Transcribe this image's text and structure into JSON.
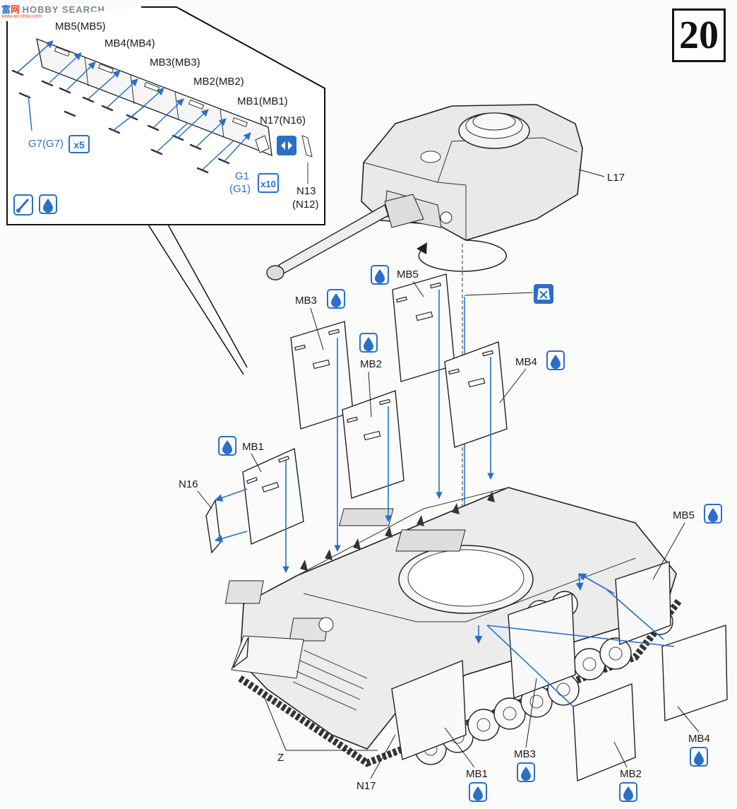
{
  "watermark": {
    "site": "HOBBY SEARCH",
    "cn": "富",
    "cn2": "网",
    "url": "www.ao-shou.com"
  },
  "step_number": "20",
  "colors": {
    "arrow": "#2a6fc9",
    "ink": "#1a1a1a",
    "icon_bg": "#2a6fc9"
  },
  "inset": {
    "labels": {
      "mb5": "MB5(MB5)",
      "mb4": "MB4(MB4)",
      "mb3": "MB3(MB3)",
      "mb2": "MB2(MB2)",
      "mb1": "MB1(MB1)",
      "n17": "N17(N16)",
      "g7": "G7(G7)",
      "g7_qty": "x5",
      "g1": "G1",
      "g1_alt": "(G1)",
      "g1_qty": "x10",
      "n13": "N13",
      "n13_alt": "(N12)"
    },
    "icons": [
      "opposite-side-icon",
      "paint-brush-icon",
      "glue-drop-icon"
    ]
  },
  "main": {
    "labels": {
      "l17": "L17",
      "mb5_top": "MB5",
      "mb3_top": "MB3",
      "mb2_top": "MB2",
      "mb4_top": "MB4",
      "mb1_top": "MB1",
      "n16": "N16",
      "mb5_right": "MB5",
      "mb4_right": "MB4",
      "mb3_bottom": "MB3",
      "mb2_bottom": "MB2",
      "mb1_bottom": "MB1",
      "z": "Z",
      "n17": "N17"
    },
    "icons": [
      "no-glue-icon",
      "glue-drop-icon",
      "rotate-arrow-icon"
    ]
  }
}
